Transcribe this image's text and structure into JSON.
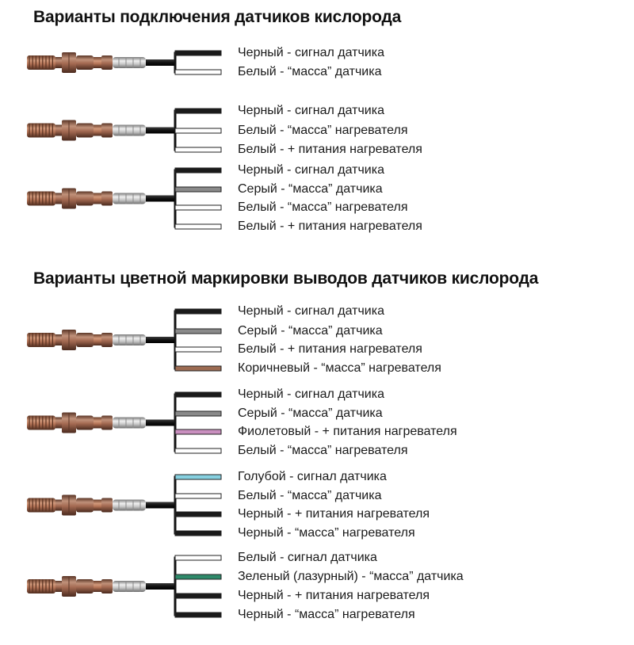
{
  "sections": [
    {
      "heading": "Варианты подключения датчиков кислорода",
      "sensors": [
        {
          "wires": [
            {
              "color": "#1a1a1a",
              "label": "Черный - сигнал датчика"
            },
            {
              "color": "#ffffff",
              "label": "Белый - “масса” датчика"
            }
          ]
        },
        {
          "wires": [
            {
              "color": "#1a1a1a",
              "label": "Черный - сигнал датчика"
            },
            {
              "color": "#ffffff",
              "label": "Белый - “масса” нагревателя"
            },
            {
              "color": "#ffffff",
              "label": "Белый - + питания нагревателя"
            }
          ]
        },
        {
          "wires": [
            {
              "color": "#1a1a1a",
              "label": "Черный - сигнал датчика"
            },
            {
              "color": "#8a8a8a",
              "label": "Серый - “масса” датчика"
            },
            {
              "color": "#ffffff",
              "label": "Белый - “масса” нагревателя"
            },
            {
              "color": "#ffffff",
              "label": "Белый - + питания нагревателя"
            }
          ]
        }
      ]
    },
    {
      "heading": "Варианты цветной маркировки выводов датчиков кислорода",
      "sensors": [
        {
          "wires": [
            {
              "color": "#1a1a1a",
              "label": "Черный - сигнал датчика"
            },
            {
              "color": "#8a8a8a",
              "label": "Серый - “масса” датчика"
            },
            {
              "color": "#ffffff",
              "label": "Белый - + питания нагревателя"
            },
            {
              "color": "#9c6b52",
              "label": "Коричневый - “масса” нагревателя"
            }
          ]
        },
        {
          "wires": [
            {
              "color": "#1a1a1a",
              "label": "Черный - сигнал датчика"
            },
            {
              "color": "#8a8a8a",
              "label": "Серый - “масса” датчика"
            },
            {
              "color": "#c98fbf",
              "label": "Фиолетовый - + питания нагревателя"
            },
            {
              "color": "#ffffff",
              "label": "Белый - “масса” нагревателя"
            }
          ]
        },
        {
          "wires": [
            {
              "color": "#86d0e0",
              "label": "Голубой - сигнал датчика"
            },
            {
              "color": "#ffffff",
              "label": "Белый - “масса” датчика"
            },
            {
              "color": "#1a1a1a",
              "label": "Черный - + питания нагревателя"
            },
            {
              "color": "#1a1a1a",
              "label": "Черный - “масса” нагревателя"
            }
          ]
        },
        {
          "wires": [
            {
              "color": "#ffffff",
              "label": "Белый - сигнал датчика"
            },
            {
              "color": "#2e8a6a",
              "label": "Зеленый (лазурный) - “масса” датчика"
            },
            {
              "color": "#1a1a1a",
              "label": "Черный - + питания нагревателя"
            },
            {
              "color": "#1a1a1a",
              "label": "Черный - “масса” нагревателя"
            }
          ]
        }
      ]
    }
  ]
}
